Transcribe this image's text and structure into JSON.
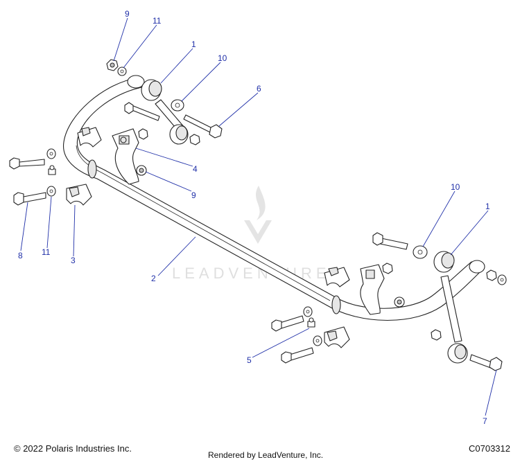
{
  "diagram": {
    "callouts": [
      "9",
      "11",
      "1",
      "10",
      "6",
      "4",
      "9",
      "8",
      "11",
      "3",
      "2",
      "10",
      "1",
      "5",
      "7"
    ],
    "watermark": "LEADVENTURE",
    "line_color": "#1f2fa8"
  },
  "footer": {
    "copyright": "© 2022 Polaris Industries Inc.",
    "drawing_id": "C0703312",
    "rendered_by": "Rendered by LeadVenture, Inc."
  }
}
